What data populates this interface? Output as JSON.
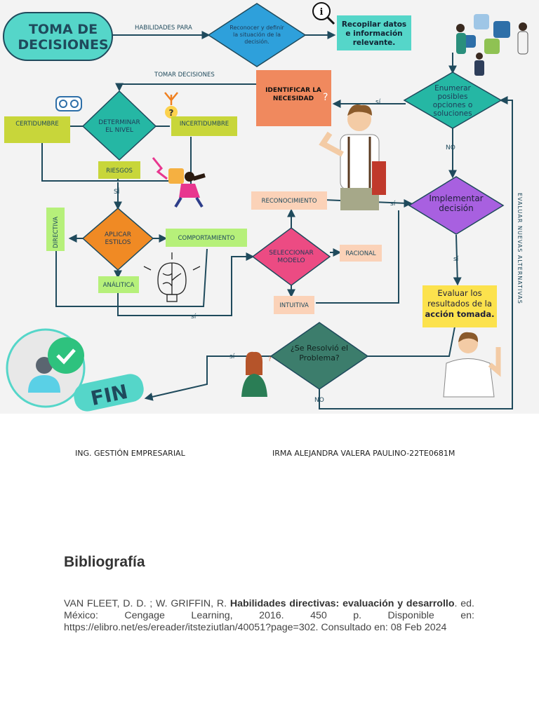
{
  "diagram": {
    "title": "TOMA DE DECISIONES",
    "title_lines": [
      "TOMA DE",
      "DECISIONES"
    ],
    "edge_habilidades": "HABILIDADES PARA",
    "node_reconocer": [
      "Reconocer y definir",
      "la situación de la",
      "decisión."
    ],
    "node_recopilar": [
      "Recopilar datos",
      "e información",
      "relevante."
    ],
    "node_enumerar": [
      "Enumerar",
      "posibles",
      "opciones o",
      "soluciones"
    ],
    "edge_tomar": "TOMAR DECISIONES",
    "node_identificar": [
      "IDENTIFICAR LA",
      "NECESIDAD"
    ],
    "node_determinar": [
      "DETERMINAR",
      "EL NIVEL"
    ],
    "label_certidumbre": "CERTIDUMBRE",
    "label_incertidumbre": "INCERTIDUMBRE",
    "label_riesgos": "RIESGOS",
    "node_aplicar": [
      "APLICAR",
      "ESTILOS"
    ],
    "label_directiva": "DIRECTIVA",
    "label_comportamiento": "COMPORTAMIENTO",
    "label_analitica": "ANÁLITICA",
    "node_seleccionar": [
      "SELECCIONAR",
      "MODELO"
    ],
    "label_reconocimiento": "RECONOCIMIENTO",
    "label_racional": "RACIONAL",
    "label_intuitiva": "INTUITIVA",
    "node_implementar": [
      "Implementar",
      "decisión"
    ],
    "node_evaluar": [
      "Evaluar los",
      "resultados de la",
      "acción tomada."
    ],
    "node_resolvio": [
      "¿Se Resolvió el",
      "Problema?"
    ],
    "vertical_evaluar": "EVALUAR NUEVAS ALTERNATIVAS",
    "fin": "FIN",
    "si": "SÍ",
    "si_lower": "sí",
    "no": "NO",
    "colors": {
      "teal": "#55d6c9",
      "blue": "#2ea0db",
      "green": "#25b7a4",
      "orange": "#f0895e",
      "pink": "#ec4b83",
      "purple": "#a860e0",
      "yellow": "#fce24d",
      "navy": "#1f4a5c",
      "lime": "#b6f07a",
      "peach": "#fbd2b8"
    }
  },
  "footer": {
    "career": "ING. GESTIÓN EMPRESARIAL",
    "author": "IRMA ALEJANDRA VALERA PAULINO-22TE0681M"
  },
  "bibliography": {
    "heading": "Bibliografía",
    "authors": "VAN FLEET, D. D. ; W. GRIFFIN, R. ",
    "book_title": "Habilidades directivas: evaluación y desarrollo",
    "details": ". ed. México: Cengage Learning, 2016. 450 p. Disponible en: https://elibro.net/es/ereader/itsteziutlan/40051?page=302. Consultado en: 08 Feb 2024"
  }
}
